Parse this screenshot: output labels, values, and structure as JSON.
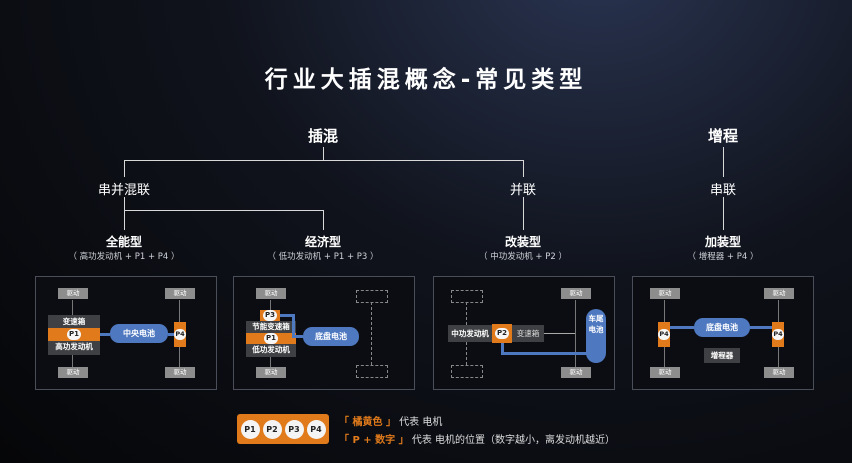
{
  "title": "行业大插混概念-常见类型",
  "tree": {
    "phev": "插混",
    "erev": "增程",
    "series_parallel": "串并混联",
    "parallel": "并联",
    "series": "串联"
  },
  "types": [
    {
      "name": "全能型",
      "sub": "（ 高功发动机 + P1 + P4 ）"
    },
    {
      "name": "经济型",
      "sub": "（ 低功发动机 + P1 + P3 ）"
    },
    {
      "name": "改装型",
      "sub": "（ 中功发动机 + P2 ）"
    },
    {
      "name": "加装型",
      "sub": "（ 增程器 + P4 ）"
    }
  ],
  "common": {
    "drive": "驱动"
  },
  "p1": {
    "gearbox": "变速箱",
    "engine": "高功发动机",
    "battery": "中央电池",
    "m1": "P1",
    "m2": "P4"
  },
  "p2": {
    "gearbox": "节能变速箱",
    "engine": "低功发动机",
    "battery": "底盘电池",
    "m1": "P3",
    "m2": "P1"
  },
  "p3": {
    "engine": "中功发动机",
    "gearbox": "变速箱",
    "battery": "车尾电池",
    "m1": "P2"
  },
  "p4": {
    "battery": "底盘电池",
    "range_ext": "增程器",
    "m1": "P4",
    "m2": "P4"
  },
  "legend": {
    "badges": [
      "P1",
      "P2",
      "P3",
      "P4"
    ],
    "line1_a": "「 橘黄色 」",
    "line1_b": "代表 电机",
    "line2_a": "「 P + 数字 」",
    "line2_b": "代表 电机的位置（数字越小，离发动机越近）",
    "accent": "#e07a1b"
  }
}
